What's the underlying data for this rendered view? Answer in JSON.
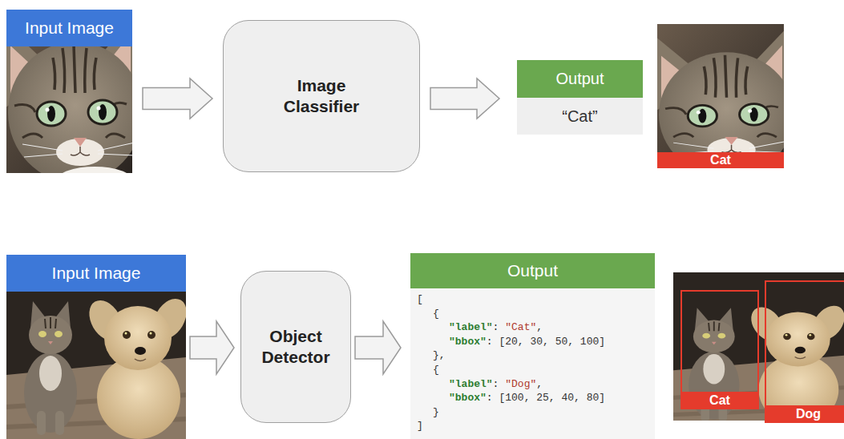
{
  "diagram": {
    "nodes": [
      {
        "text": [
          "Input Image"
        ]
      },
      {
        "text": [
          "Image Classifier"
        ]
      },
      {
        "text": [
          "Output",
          "“Cat”"
        ]
      },
      {
        "text": [
          "Cat"
        ]
      },
      {
        "text": [
          "Input Image"
        ]
      },
      {
        "text": [
          "Object Detector"
        ]
      },
      {
        "text": [
          "Output",
          "[",
          "{",
          "\"label\": \"Cat\",",
          "\"bbox\": [20, 30, 50, 100]",
          "},",
          "{",
          "\"label\": \"Dog\",",
          "\"bbox\": [100, 25, 40, 80]",
          "}",
          "]"
        ]
      },
      {
        "text": [
          "Cat"
        ]
      },
      {
        "text": [
          "Dog"
        ]
      }
    ],
    "edges": [
      {
        "from": 0,
        "to": 1,
        "arrow": "to"
      },
      {
        "from": 1,
        "to": 2,
        "arrow": "to"
      },
      {
        "from": 4,
        "to": 5,
        "arrow": "to"
      },
      {
        "from": 5,
        "to": 6,
        "arrow": "to"
      }
    ]
  }
}
